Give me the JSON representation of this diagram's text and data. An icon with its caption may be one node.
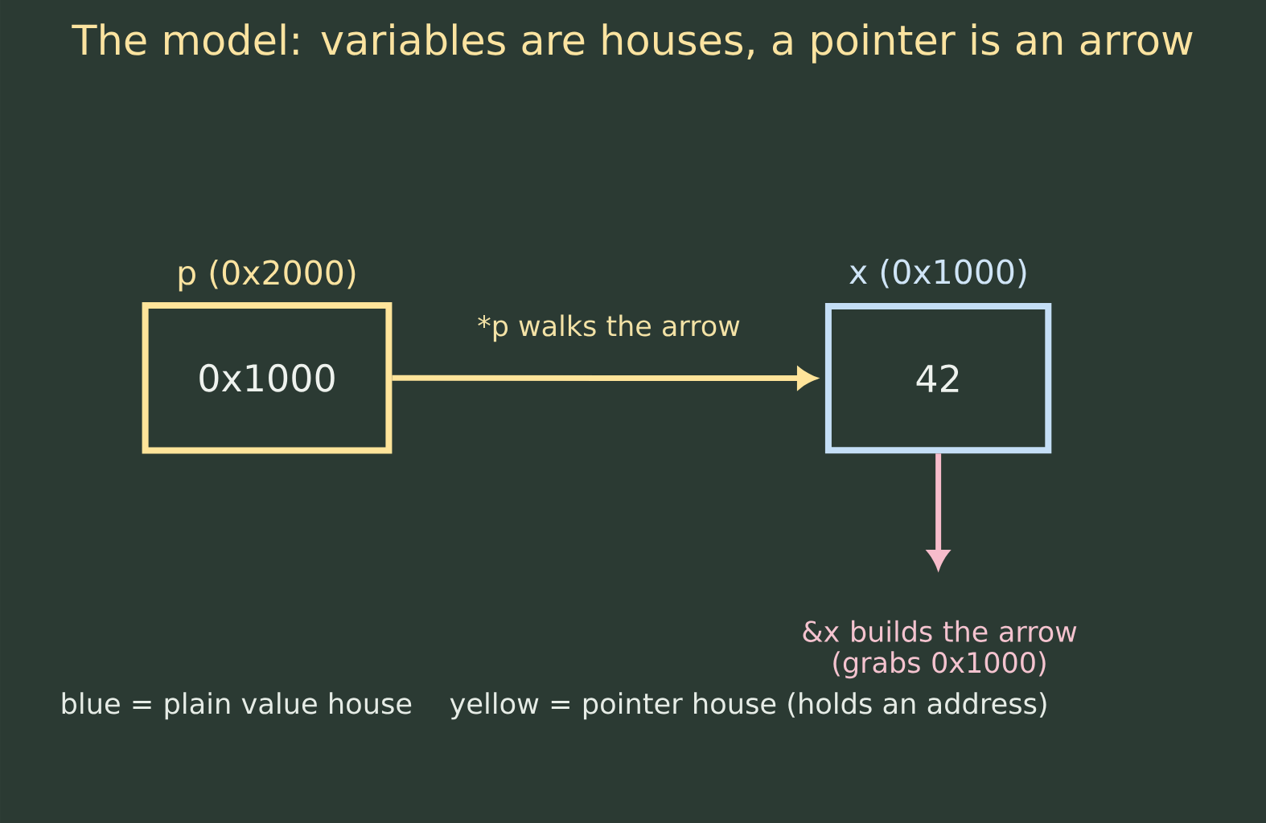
{
  "diagram": {
    "title": "The model: variables are houses, a pointer is an arrow",
    "nodes": [
      {
        "text": [
          "p  (0x2000)",
          "0x1000"
        ]
      },
      {
        "text": [
          "x  (0x1000)",
          "42"
        ]
      }
    ],
    "edges": [
      {
        "from": 0,
        "to": 1,
        "arrow": "to",
        "label": "*p walks the arrow",
        "color": "#ffe49a"
      },
      {
        "from": 1,
        "to": null,
        "arrow": "to",
        "label": "&x builds the arrow (grabs 0x1000)",
        "color": "#f7bccb"
      }
    ],
    "labels": [
      "blue = plain value house",
      "yellow = pointer house (holds an address)"
    ]
  }
}
